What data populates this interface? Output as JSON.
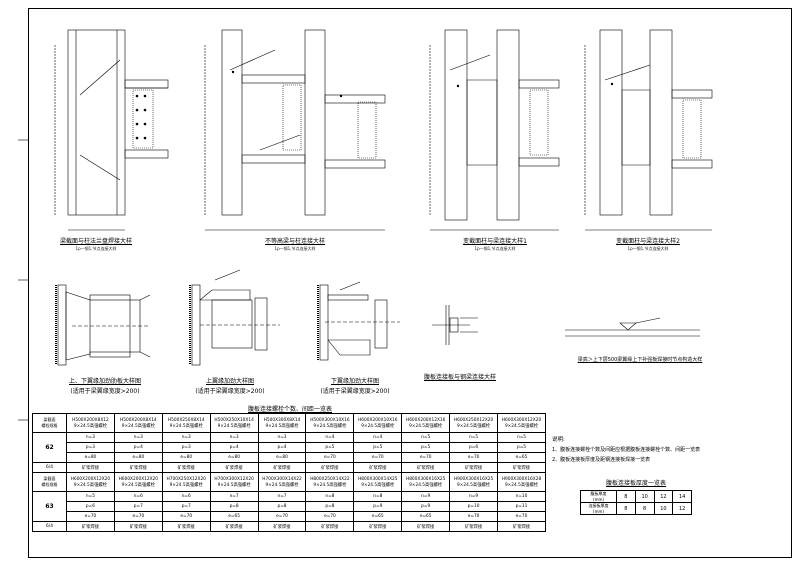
{
  "drawing": {
    "details": [
      {
        "title": "梁截面与柱法兰盘焊接大样",
        "subtitle": "1p—钢1,节点连接大样"
      },
      {
        "title": "不等高梁与柱连接大样",
        "subtitle": "1p—钢1,节点连接大样"
      },
      {
        "title": "变截面柱与梁连接大样1",
        "subtitle": "1p—钢1,节点连接大样"
      },
      {
        "title": "变截面柱与梁连接大样2",
        "subtitle": "1p—钢1,节点连接大样"
      }
    ],
    "sections": [
      {
        "title": "上、下翼缘加劲肋板大样图",
        "note": "(适用于梁翼缘宽度>200)"
      },
      {
        "title": "上翼缘加劲大样图",
        "note": "(适用于梁翼缘宽度>200)"
      },
      {
        "title": "下翼缘加劲大样图",
        "note": "(适用于梁翼缘宽度>200)"
      }
    ],
    "bolt_detail_title": "腹板连接板与钢梁连接大样",
    "weld_note": "梁高＞上下层500梁翼缘上下补强板焊接时节点构造大样",
    "table_title": "腹板连接螺栓个数、间距一览表",
    "table2_title": "腹板连接板厚度一览表",
    "notes": {
      "heading": "说明:",
      "items": [
        "1、腹板连接螺栓个数及间距应根据腹板连接螺栓个数、间距一览表",
        "2、腹板连接板厚度及距钢连接板焊接一览表"
      ]
    },
    "table": {
      "header_label": "梁截面\n螺栓规格",
      "rows_a_label": "62",
      "rows_b_label": "63",
      "footer_label": "6/4",
      "sections_a": [
        "H500X200X8X12",
        "H500X200X8X14",
        "H500X250X8X14",
        "H500X250X10X14",
        "H500X300X8X14",
        "H500X300X10X16",
        "H600X200X10X16",
        "H600X200X12X16",
        "H600X250X12X20",
        "H600X300X12X20"
      ],
      "sections_b": [
        "H600X200X12X20",
        "H600X200X12X20",
        "H700X250X12X20",
        "H700X300X12X20",
        "H700X300X14X22",
        "H800X250X14X22",
        "H800X300X14X25",
        "H800X300X16X25",
        "H900X300X16X25",
        "H900X300X16X28"
      ],
      "spec_line": "9×24.5高强螺栓",
      "row_a": [
        [
          "n=3",
          "n=3",
          "n=3",
          "n=3",
          "n=3",
          "n=4",
          "n=4",
          "n=5",
          "n=5",
          "n=5"
        ],
        [
          "p=3",
          "p=4",
          "p=3",
          "p=4",
          "p=4",
          "p=5",
          "p=5",
          "p=5",
          "p=6",
          "p=5"
        ],
        [
          "e=80",
          "e=80",
          "e=80",
          "e=80",
          "e=80",
          "e=70",
          "e=70",
          "e=70",
          "e=70",
          "e=65"
        ]
      ],
      "row_b": [
        [
          "n=5",
          "n=6",
          "n=6",
          "n=7",
          "n=7",
          "n=8",
          "n=8",
          "n=9",
          "n=9",
          "n=10"
        ],
        [
          "p=6",
          "p=7",
          "p=7",
          "p=8",
          "p=8",
          "p=8",
          "p=9",
          "p=9",
          "p=10",
          "p=11"
        ],
        [
          "e=70",
          "e=70",
          "e=70",
          "e=65",
          "e=70",
          "e=70",
          "e=65",
          "e=65",
          "e=70",
          "e=70"
        ]
      ],
      "footer": [
        "矿浆焊接",
        "矿浆焊接",
        "矿浆焊接",
        "矿浆焊接",
        "矿浆焊接",
        "矿浆焊接",
        "矿浆焊接",
        "矿浆焊接",
        "矿浆焊接",
        "矿浆焊接"
      ]
    },
    "table2": {
      "row1_label": "腹板厚度\n(mm)",
      "row1": [
        "8",
        "10",
        "12",
        "14"
      ],
      "row2_label": "连接板厚度\n(mm)",
      "row2": [
        "8",
        "8",
        "10",
        "12"
      ]
    }
  }
}
